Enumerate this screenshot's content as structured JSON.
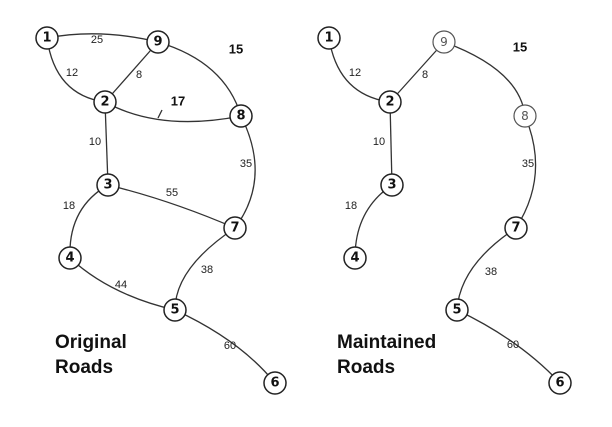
{
  "original": {
    "caption_line1": "Original",
    "caption_line2": "Roads",
    "nodes": {
      "n1": "1",
      "n9": "9",
      "n2": "2",
      "n8": "8",
      "n3": "3",
      "n7": "7",
      "n4": "4",
      "n5": "5",
      "n6": "6"
    },
    "edges": {
      "e1_9": "25",
      "e1_2": "12",
      "e2_9": "8",
      "e9_8": "15",
      "e2_8": "17",
      "e2_3": "10",
      "e8_7": "35",
      "e3_7": "55",
      "e3_4": "18",
      "e7_5": "38",
      "e4_5": "44",
      "e5_6": "60"
    }
  },
  "maintained": {
    "caption_line1": "Maintained",
    "caption_line2": "Roads",
    "nodes": {
      "n1": "1",
      "n9": "9",
      "n2": "2",
      "n8": "8",
      "n3": "3",
      "n7": "7",
      "n4": "4",
      "n5": "5",
      "n6": "6"
    },
    "edges": {
      "e1_2": "12",
      "e2_9": "8",
      "e9_8": "15",
      "e2_3": "10",
      "e8_7": "35",
      "e3_4": "18",
      "e7_5": "38",
      "e5_6": "60"
    }
  }
}
